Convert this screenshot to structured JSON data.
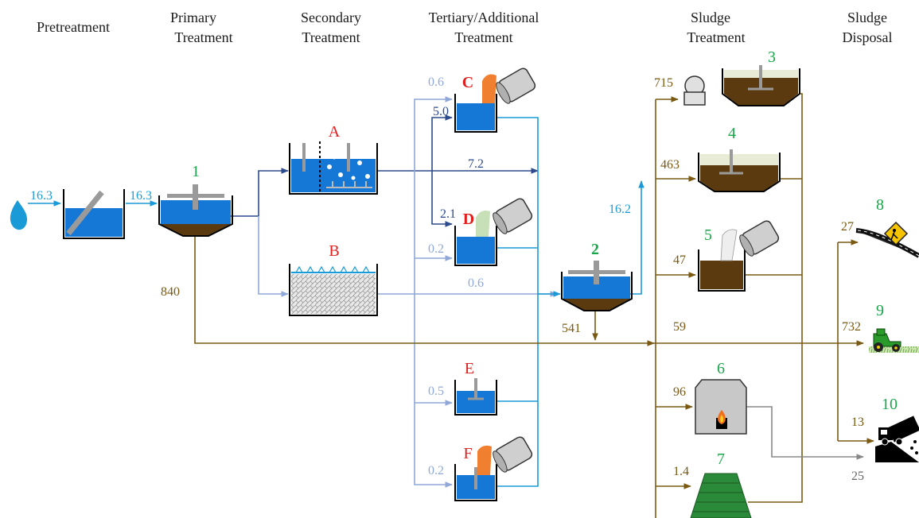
{
  "headers": {
    "pretreatment": "Pretreatment",
    "primary_1": "Primary",
    "primary_2": "Treatment",
    "secondary_1": "Secondary",
    "secondary_2": "Treatment",
    "tertiary_1": "Tertiary/Additional",
    "tertiary_2": "Treatment",
    "sludge_treat_1": "Sludge",
    "sludge_treat_2": "Treatment",
    "sludge_disp_1": "Sludge",
    "sludge_disp_2": "Disposal"
  },
  "unit_labels": {
    "primary_clarifier": "1",
    "secondary_clarifier": "2",
    "thickener": "3",
    "digester": "4",
    "conditioning": "5",
    "incinerator": "6",
    "drying_bed": "7",
    "road": "8",
    "agriculture": "9",
    "landfill": "10",
    "process_a": "A",
    "process_b": "B",
    "process_c": "C",
    "process_d": "D",
    "process_e": "E",
    "process_f": "F"
  },
  "flow_values": {
    "inflow": "16.3",
    "to_primary": "16.3",
    "primary_sludge": "840",
    "c_light": "0.6",
    "c_dark": "5.0",
    "a_out": "7.2",
    "d_dark": "2.1",
    "d_light": "0.2",
    "b_out": "0.6",
    "e_in": "0.5",
    "f_in": "0.2",
    "effluent": "16.2",
    "secondary_sludge": "541",
    "to_thickener": "715",
    "to_digester": "463",
    "to_conditioning": "47",
    "direct": "59",
    "to_incinerator": "96",
    "to_drying": "1.4",
    "to_road": "27",
    "to_agriculture": "732",
    "to_landfill": "13",
    "ash": "25"
  },
  "colors": {
    "cyan": "#1a9ad6",
    "navy": "#2c4a8c",
    "light_blue": "#8fa8d8",
    "brown": "#7a5a12",
    "water": "#1577d6",
    "sludge": "#5a3a0e",
    "grey": "#888888",
    "green": "#1aa64a",
    "red": "#e01e1e"
  }
}
